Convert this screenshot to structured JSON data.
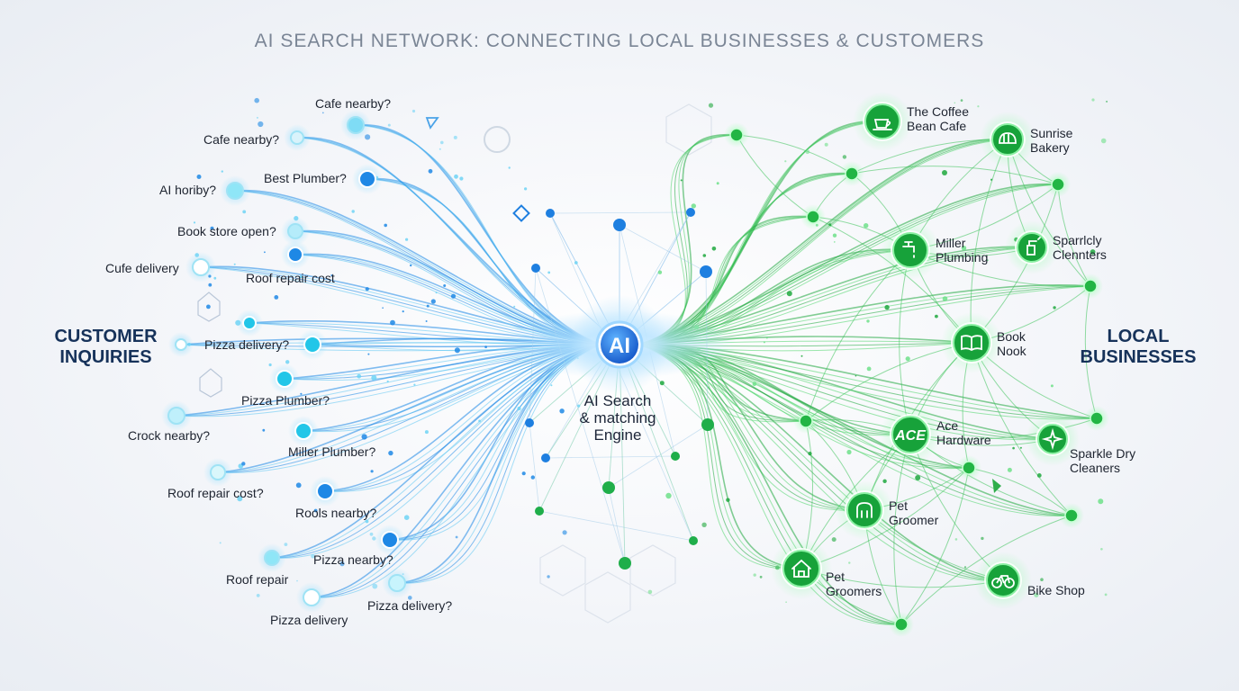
{
  "title": "AI SEARCH NETWORK: CONNECTING LOCAL BUSINESSES & CUSTOMERS",
  "left_heading": [
    "CUSTOMER",
    "INQUIRIES"
  ],
  "right_heading": [
    "LOCAL",
    "BUSINESSES"
  ],
  "hub": {
    "badge": "AI",
    "label_lines": [
      "AI Search",
      "& matching",
      "Engine"
    ]
  },
  "inquiries": [
    "Cafe nearby?",
    "Cafe nearby?",
    "Best Plumber?",
    "AI horiby?",
    "Book store open?",
    "Cufe delivery",
    "Roof repair cost",
    "Pizza delivery?",
    "Pizza Plumber?",
    "Crock nearby?",
    "Miller Plumber?",
    "Roof repair cost?",
    "Rools nearby?",
    "Pizza nearby?",
    "Roof repair",
    "Pizza delivery?",
    "Pizza delivery"
  ],
  "businesses": [
    {
      "lines": [
        "The Coffee",
        "Bean Cafe"
      ],
      "icon": "coffee-cup-icon"
    },
    {
      "lines": [
        "Sunrise",
        "Bakery"
      ],
      "icon": "bread-icon"
    },
    {
      "lines": [
        "Miller",
        "Plumbing"
      ],
      "icon": "faucet-icon"
    },
    {
      "lines": [
        "Sparrlcly",
        "Clennters"
      ],
      "icon": "spray-bottle-icon"
    },
    {
      "lines": [
        "Book",
        "Nook"
      ],
      "icon": "open-book-icon"
    },
    {
      "lines": [
        "Ace",
        "Hardware"
      ],
      "icon": "ace-logo-icon",
      "logo_text": "ACE"
    },
    {
      "lines": [
        "Sparkle Dry",
        "Cleaners"
      ],
      "icon": "sparkle-icon"
    },
    {
      "lines": [
        "Pet",
        "Groomer"
      ],
      "icon": "dog-icon"
    },
    {
      "lines": [
        "Pet",
        "Groomers"
      ],
      "icon": "pet-house-icon"
    },
    {
      "lines": [
        "Bike Shop"
      ],
      "icon": "bicycle-icon"
    }
  ],
  "colors": {
    "customer_blue": "#1e88e5",
    "cyan": "#22c6e8",
    "business_green": "#1fa83e",
    "heading_navy": "#16325a",
    "title_gray": "#7a8595"
  }
}
